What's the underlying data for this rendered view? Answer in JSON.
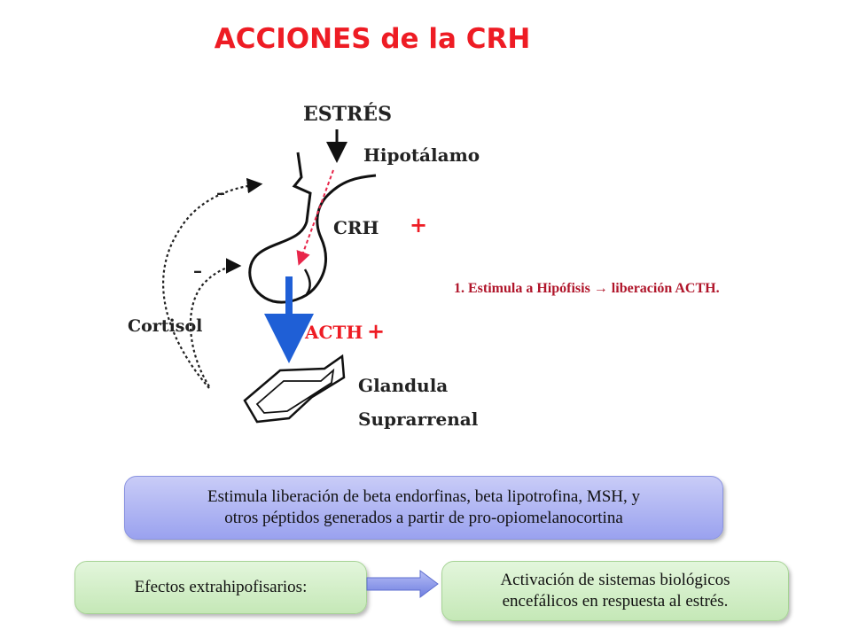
{
  "title": "ACCIONES de la CRH",
  "diagram": {
    "estres": "ESTRÉS",
    "hipotalamo": "Hipotálamo",
    "crh": "CRH",
    "crh_sign": "+",
    "acth": "ACTH",
    "acth_sign": "+",
    "cortisol": "Cortisol",
    "minus_top": "–",
    "minus_mid": "–",
    "glandula_line1": "Glandula",
    "glandula_line2": "Suprarrenal"
  },
  "note": "1. Estimula a Hipófisis → liberación ACTH.",
  "boxes": {
    "endorphins_line1": "Estimula liberación de beta endorfinas, beta lipotrofina, MSH, y",
    "endorphins_line2": "otros péptidos generados a partir de  pro-opiomelanocortina",
    "efectos": "Efectos extrahipofisarios:",
    "activacion_line1": "Activación de sistemas biológicos",
    "activacion_line2": "encefálicos en respuesta al estrés."
  },
  "colors": {
    "title": "#ee1c24",
    "note": "#b0152a",
    "acth_arrow": "#1f5fd6",
    "crh_arrow": "#e8264a",
    "blue_box": "#9aa2ef",
    "green_box": "#c5e8b7"
  }
}
